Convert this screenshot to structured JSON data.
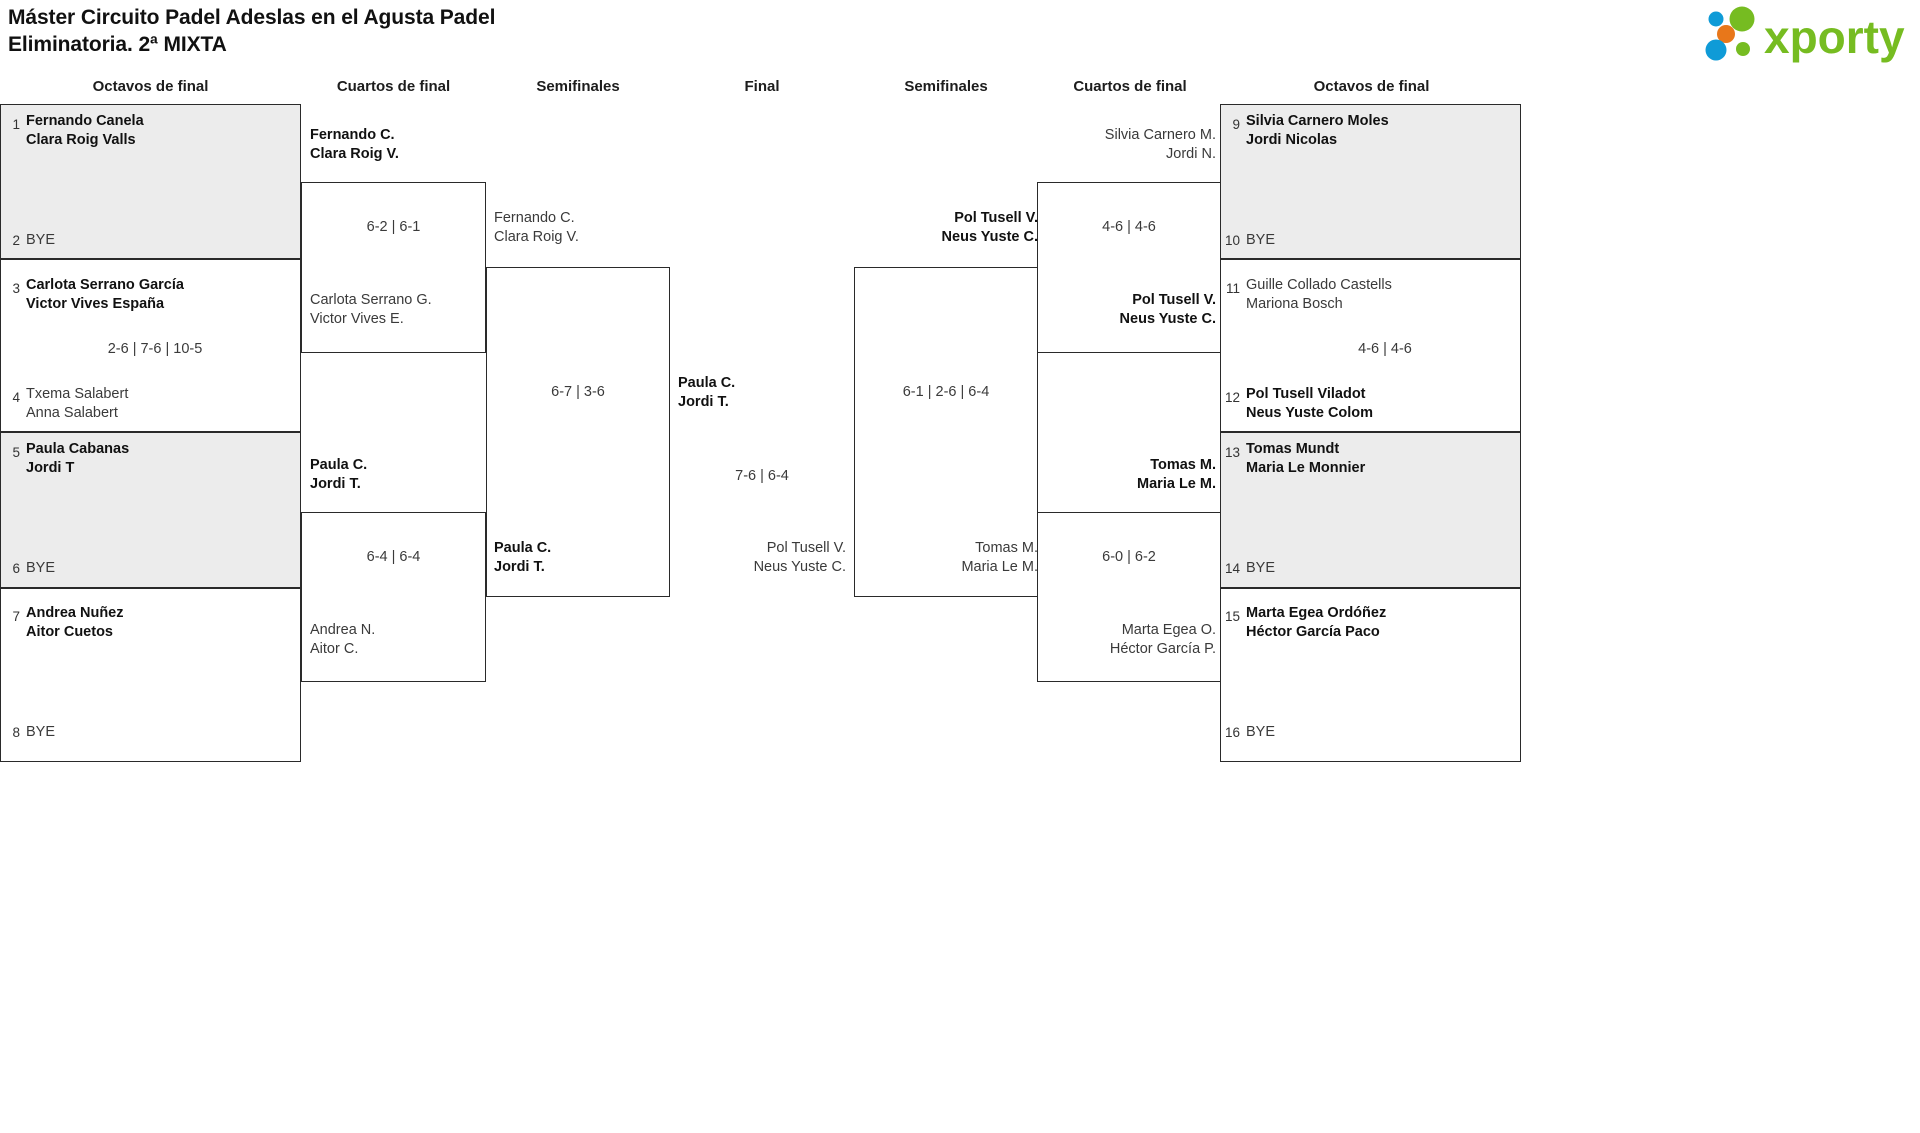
{
  "header": {
    "title": "Máster Circuito Padel Adeslas en el Agusta Padel\nEliminatoria. 2ª MIXTA",
    "logo_text": "xporty",
    "logo_colors": {
      "green": "#76bc21",
      "blue": "#0f9bd7",
      "orange": "#e8771a"
    }
  },
  "rounds": [
    {
      "label": "Octavos de final"
    },
    {
      "label": "Cuartos de final"
    },
    {
      "label": "Semifinales"
    },
    {
      "label": "Final"
    },
    {
      "label": "Semifinales"
    },
    {
      "label": "Cuartos de final"
    },
    {
      "label": "Octavos de final"
    }
  ],
  "left": {
    "octavos": [
      {
        "shaded": true,
        "top": {
          "seed": "1",
          "names": "Fernando Canela\nClara Roig Valls",
          "winner": true
        },
        "bottom": {
          "seed": "2",
          "names": "BYE",
          "winner": false,
          "bye": true
        },
        "score": ""
      },
      {
        "shaded": false,
        "top": {
          "seed": "3",
          "names": "Carlota Serrano García\nVictor Vives España",
          "winner": true
        },
        "bottom": {
          "seed": "4",
          "names": "Txema Salabert\nAnna Salabert",
          "winner": false
        },
        "score": "2-6 | 7-6 | 10-5"
      },
      {
        "shaded": true,
        "top": {
          "seed": "5",
          "names": "Paula Cabanas\nJordi T",
          "winner": true
        },
        "bottom": {
          "seed": "6",
          "names": "BYE",
          "winner": false,
          "bye": true
        },
        "score": ""
      },
      {
        "shaded": false,
        "top": {
          "seed": "7",
          "names": "Andrea Nuñez\nAitor Cuetos",
          "winner": true
        },
        "bottom": {
          "seed": "8",
          "names": "BYE",
          "winner": false,
          "bye": true
        },
        "score": ""
      }
    ],
    "cuartos": [
      {
        "top_team": "Fernando C.\nClara Roig V.",
        "top_winner": true,
        "bottom_team": "Carlota Serrano G.\nVictor Vives E.",
        "bottom_winner": false,
        "score": "6-2 | 6-1"
      },
      {
        "top_team": "Paula C.\nJordi T.",
        "top_winner": true,
        "bottom_team": "Andrea N.\nAitor C.",
        "bottom_winner": false,
        "score": "6-4 | 6-4"
      }
    ],
    "semifinal": {
      "top_team": "Fernando C.\nClara Roig V.",
      "top_winner": false,
      "bottom_team": "Paula C.\nJordi T.",
      "bottom_winner": true,
      "score": "6-7 | 3-6"
    }
  },
  "right": {
    "octavos": [
      {
        "shaded": true,
        "top": {
          "seed": "9",
          "names": "Silvia Carnero Moles\nJordi Nicolas",
          "winner": true
        },
        "bottom": {
          "seed": "10",
          "names": "BYE",
          "winner": false,
          "bye": true
        },
        "score": ""
      },
      {
        "shaded": false,
        "top": {
          "seed": "11",
          "names": "Guille Collado Castells\nMariona Bosch",
          "winner": false
        },
        "bottom": {
          "seed": "12",
          "names": "Pol Tusell Viladot\nNeus Yuste Colom",
          "winner": true
        },
        "score": "4-6 | 4-6"
      },
      {
        "shaded": true,
        "top": {
          "seed": "13",
          "names": "Tomas Mundt\nMaria Le Monnier",
          "winner": true
        },
        "bottom": {
          "seed": "14",
          "names": "BYE",
          "winner": false,
          "bye": true
        },
        "score": ""
      },
      {
        "shaded": false,
        "top": {
          "seed": "15",
          "names": "Marta Egea Ordóñez\nHéctor García Paco",
          "winner": true
        },
        "bottom": {
          "seed": "16",
          "names": "BYE",
          "winner": false,
          "bye": true
        },
        "score": ""
      }
    ],
    "cuartos": [
      {
        "top_team": "Silvia Carnero M.\nJordi N.",
        "top_winner": false,
        "bottom_team": "Pol Tusell V.\nNeus Yuste C.",
        "bottom_winner": true,
        "score": "4-6 | 4-6"
      },
      {
        "top_team": "Tomas M.\nMaria Le M.",
        "top_winner": true,
        "bottom_team": "Marta Egea O.\nHéctor García P.",
        "bottom_winner": false,
        "score": "6-0 | 6-2"
      }
    ],
    "semifinal": {
      "top_team": "Pol Tusell V.\nNeus Yuste C.",
      "top_winner": true,
      "bottom_team": "Tomas M.\nMaria Le M.",
      "bottom_winner": false,
      "score": "6-1 | 2-6 | 6-4"
    }
  },
  "final": {
    "left_finalist": "Paula C.\nJordi T.",
    "left_winner": true,
    "right_finalist": "Pol Tusell V.\nNeus Yuste C.",
    "right_winner": false,
    "score": "7-6 | 6-4"
  }
}
